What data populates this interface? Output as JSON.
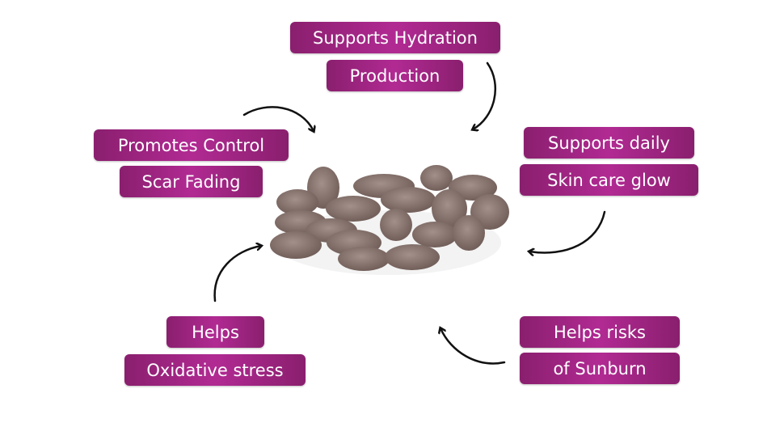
{
  "labels": {
    "top_line1": "Supports Hydration",
    "top_line2": "Production",
    "left_line1": "Promotes Control",
    "left_line2": "Scar Fading",
    "right_line1": "Supports daily",
    "right_line2": "Skin care glow",
    "bottom_left_line1": "Helps",
    "bottom_left_line2": "Oxidative stress",
    "bottom_right_line1": "Helps risks",
    "bottom_right_line2": "of Sunburn"
  },
  "colors": {
    "pill": "#a0247f",
    "arrow": "#111111",
    "tablet": "#8a7670"
  }
}
